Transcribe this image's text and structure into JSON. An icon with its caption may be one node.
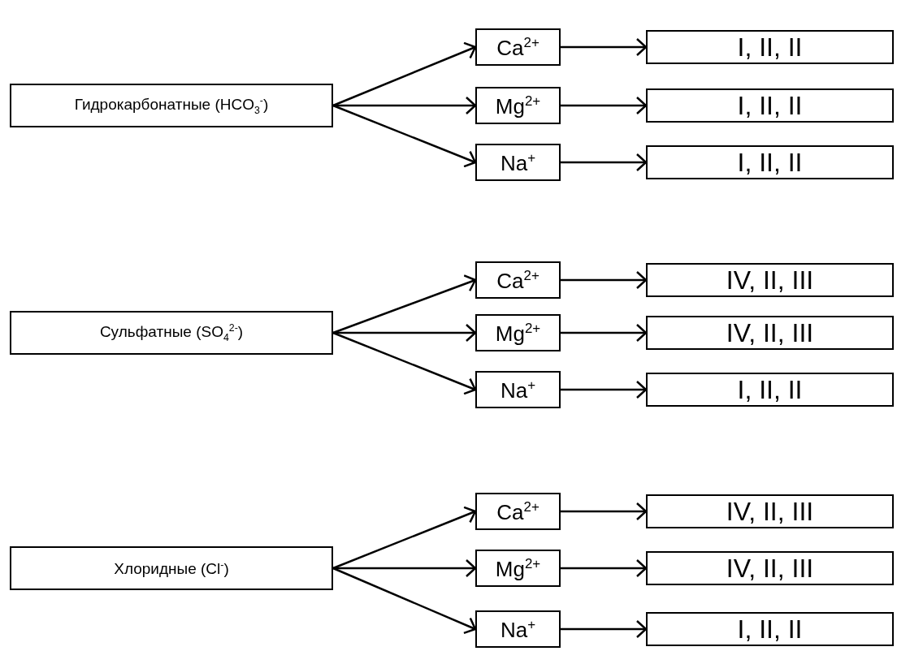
{
  "diagram": {
    "nodes": [
      {
        "text": [
          "Гидрокарбонатные (HCO$_{3}$$^{-}$)"
        ]
      },
      {
        "text": [
          "Ca$^{2+}$"
        ]
      },
      {
        "text": [
          "Mg$^{2+}$"
        ]
      },
      {
        "text": [
          "Na$^{+}$"
        ]
      },
      {
        "text": [
          "I, II, II"
        ]
      },
      {
        "text": [
          "I, II, II"
        ]
      },
      {
        "text": [
          "I, II, II"
        ]
      },
      {
        "text": [
          "Сульфатные (SO$_{4}$$^{2-}$)"
        ]
      },
      {
        "text": [
          "Ca$^{2+}$"
        ]
      },
      {
        "text": [
          "Mg$^{2+}$"
        ]
      },
      {
        "text": [
          "Na$^{+}$"
        ]
      },
      {
        "text": [
          "IV, II, III"
        ]
      },
      {
        "text": [
          "IV, II, III"
        ]
      },
      {
        "text": [
          "I, II, II"
        ]
      },
      {
        "text": [
          "Хлоридные (Cl$^{-}$)"
        ]
      },
      {
        "text": [
          "Ca$^{2+}$"
        ]
      },
      {
        "text": [
          "Mg$^{2+}$"
        ]
      },
      {
        "text": [
          "Na$^{+}$"
        ]
      },
      {
        "text": [
          "IV, II, III"
        ]
      },
      {
        "text": [
          "IV, II, III"
        ]
      },
      {
        "text": [
          "I, II, II"
        ]
      }
    ],
    "edges": [
      {
        "from": 0,
        "to": 1,
        "arrow": "to"
      },
      {
        "from": 0,
        "to": 2,
        "arrow": "to"
      },
      {
        "from": 0,
        "to": 3,
        "arrow": "to"
      },
      {
        "from": 1,
        "to": 4,
        "arrow": "to"
      },
      {
        "from": 2,
        "to": 5,
        "arrow": "to"
      },
      {
        "from": 3,
        "to": 6,
        "arrow": "to"
      },
      {
        "from": 7,
        "to": 8,
        "arrow": "to"
      },
      {
        "from": 7,
        "to": 9,
        "arrow": "to"
      },
      {
        "from": 7,
        "to": 10,
        "arrow": "to"
      },
      {
        "from": 8,
        "to": 11,
        "arrow": "to"
      },
      {
        "from": 9,
        "to": 12,
        "arrow": "to"
      },
      {
        "from": 10,
        "to": 13,
        "arrow": "to"
      },
      {
        "from": 14,
        "to": 15,
        "arrow": "to"
      },
      {
        "from": 14,
        "to": 16,
        "arrow": "to"
      },
      {
        "from": 14,
        "to": 17,
        "arrow": "to"
      },
      {
        "from": 15,
        "to": 18,
        "arrow": "to"
      },
      {
        "from": 16,
        "to": 19,
        "arrow": "to"
      },
      {
        "from": 17,
        "to": 20,
        "arrow": "to"
      }
    ]
  }
}
